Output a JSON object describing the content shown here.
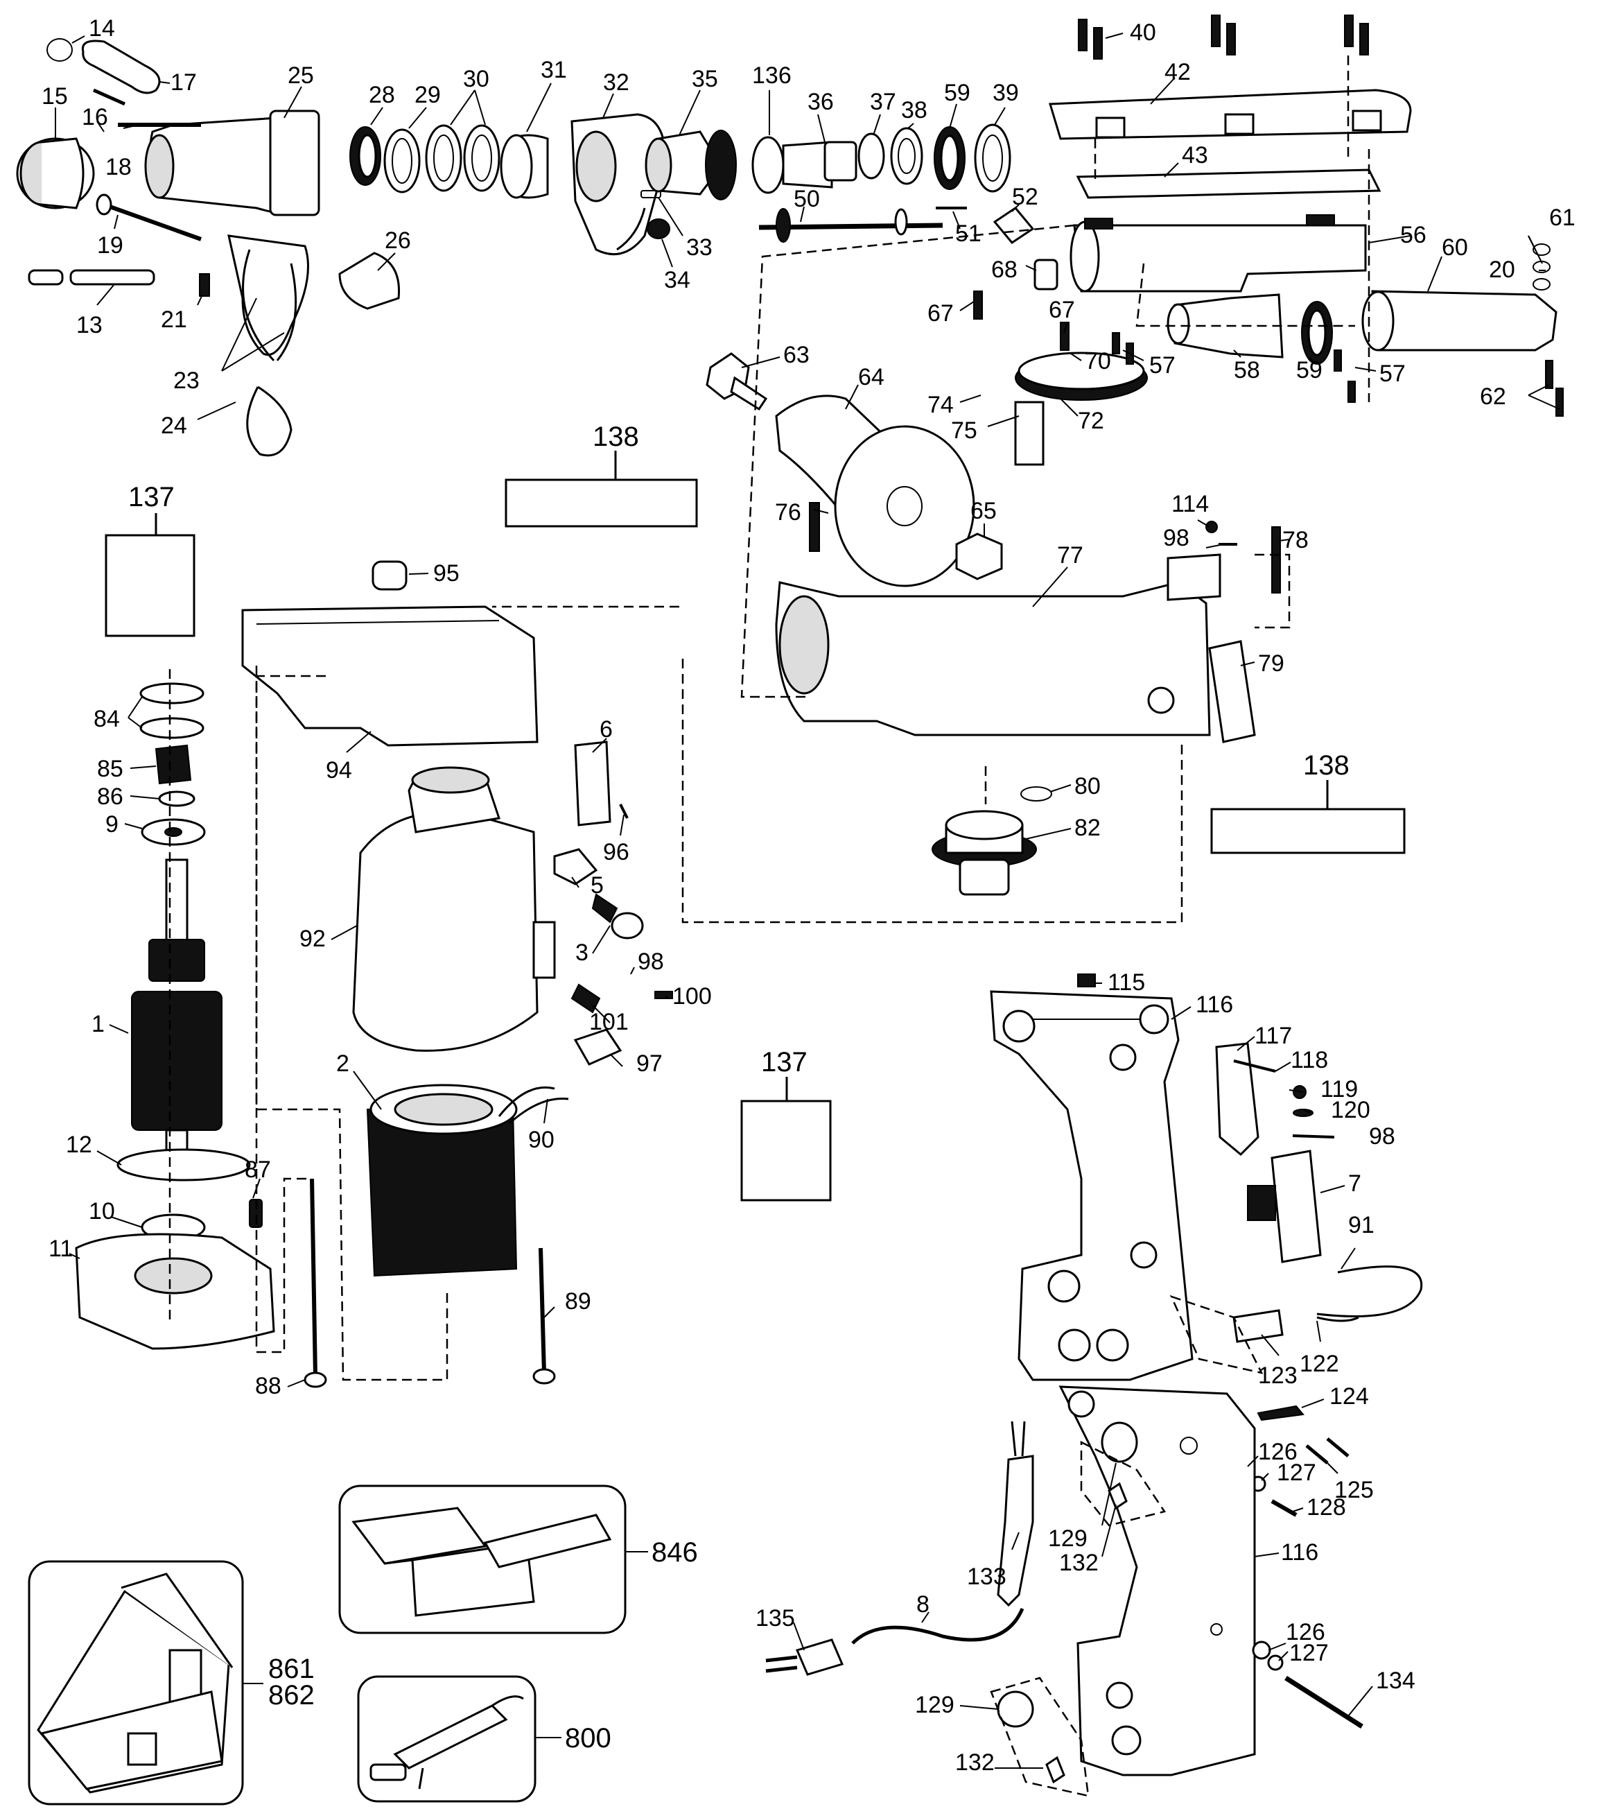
{
  "callouts": [
    {
      "id": "c137a",
      "label": "137"
    },
    {
      "id": "c138a",
      "label": "138"
    },
    {
      "id": "c138b",
      "label": "138"
    },
    {
      "id": "c137b",
      "label": "137"
    }
  ],
  "kits": [
    {
      "id": "k846",
      "label": "846"
    },
    {
      "id": "k861",
      "label": "861"
    },
    {
      "id": "k862",
      "label": "862"
    },
    {
      "id": "k800",
      "label": "800"
    }
  ],
  "part_numbers": [
    "14",
    "17",
    "16",
    "18",
    "15",
    "25",
    "19",
    "13",
    "21",
    "26",
    "23",
    "24",
    "28",
    "29",
    "30",
    "31",
    "32",
    "33",
    "34",
    "35",
    "136",
    "36",
    "37",
    "38",
    "59",
    "39",
    "40",
    "42",
    "43",
    "50",
    "51",
    "52",
    "56",
    "60",
    "61",
    "20",
    "68",
    "67",
    "67",
    "70",
    "57",
    "58",
    "59",
    "57",
    "62",
    "63",
    "64",
    "74",
    "72",
    "75",
    "76",
    "65",
    "77",
    "114",
    "98",
    "78",
    "79",
    "80",
    "82",
    "95",
    "94",
    "84",
    "85",
    "86",
    "9",
    "6",
    "96",
    "5",
    "92",
    "3",
    "98",
    "100",
    "101",
    "97",
    "1",
    "2",
    "90",
    "12",
    "87",
    "10",
    "11",
    "89",
    "88",
    "115",
    "116",
    "117",
    "118",
    "119",
    "120",
    "98",
    "7",
    "91",
    "123",
    "122",
    "124",
    "126",
    "127",
    "125",
    "128",
    "129",
    "132",
    "133",
    "116",
    "8",
    "135",
    "126",
    "127",
    "134",
    "129",
    "132"
  ]
}
